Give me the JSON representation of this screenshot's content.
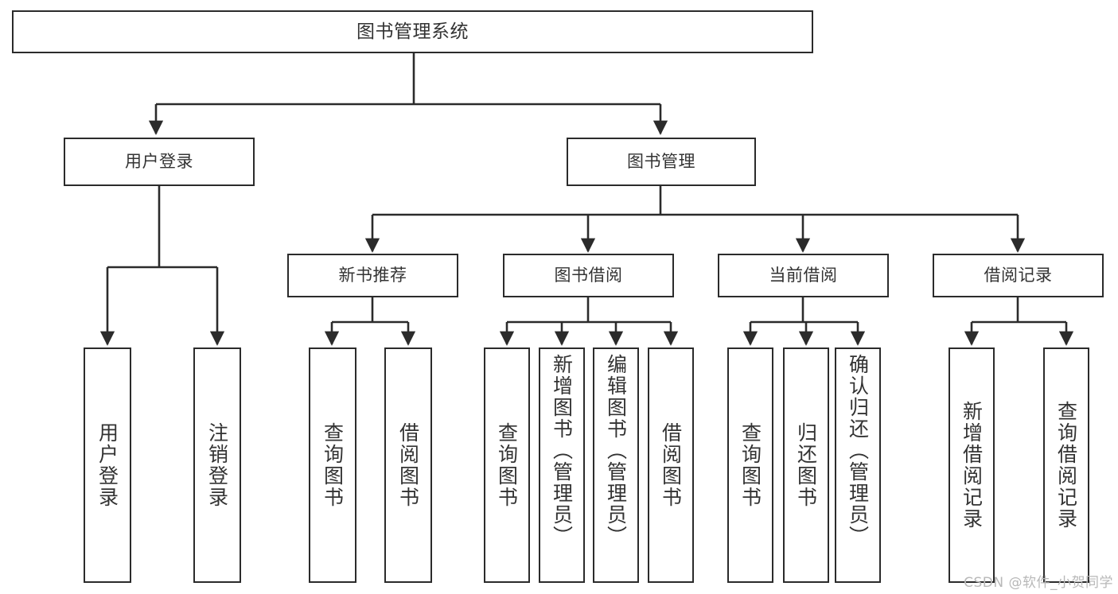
{
  "diagram": {
    "title": "图书管理系统",
    "type": "tree-hierarchy-diagram",
    "colors": {
      "box_border": "#2b2b2b",
      "box_fill": "#ffffff",
      "text": "#333333",
      "edge": "#2b2b2b",
      "watermark": "#b8b8b8"
    },
    "nodes": {
      "root": {
        "label": "图书管理系统"
      },
      "level1": [
        {
          "id": "user-login",
          "label": "用户登录"
        },
        {
          "id": "book-manage",
          "label": "图书管理"
        }
      ],
      "level2": [
        {
          "id": "new-book-recommend",
          "label": "新书推荐"
        },
        {
          "id": "book-borrow",
          "label": "图书借阅"
        },
        {
          "id": "current-borrow",
          "label": "当前借阅"
        },
        {
          "id": "borrow-record",
          "label": "借阅记录"
        }
      ],
      "leaves": {
        "user-login": [
          {
            "id": "leaf-user-login",
            "label": "用户登录"
          },
          {
            "id": "leaf-logout",
            "label": "注销登录"
          }
        ],
        "new-book-recommend": [
          {
            "id": "leaf-query-book-1",
            "label": "查询图书"
          },
          {
            "id": "leaf-borrow-book-1",
            "label": "借阅图书"
          }
        ],
        "book-borrow": [
          {
            "id": "leaf-query-book-2",
            "label": "查询图书"
          },
          {
            "id": "leaf-add-book",
            "label": "新增图书（管理员）"
          },
          {
            "id": "leaf-edit-book",
            "label": "编辑图书（管理员）"
          },
          {
            "id": "leaf-borrow-book-2",
            "label": "借阅图书"
          }
        ],
        "current-borrow": [
          {
            "id": "leaf-query-book-3",
            "label": "查询图书"
          },
          {
            "id": "leaf-return-book",
            "label": "归还图书"
          },
          {
            "id": "leaf-confirm-return",
            "label": "确认归还（管理员）"
          }
        ],
        "borrow-record": [
          {
            "id": "leaf-add-record",
            "label": "新增借阅记录"
          },
          {
            "id": "leaf-query-record",
            "label": "查询借阅记录"
          }
        ]
      }
    },
    "watermark": "CSDN @软件_小贺同学"
  }
}
